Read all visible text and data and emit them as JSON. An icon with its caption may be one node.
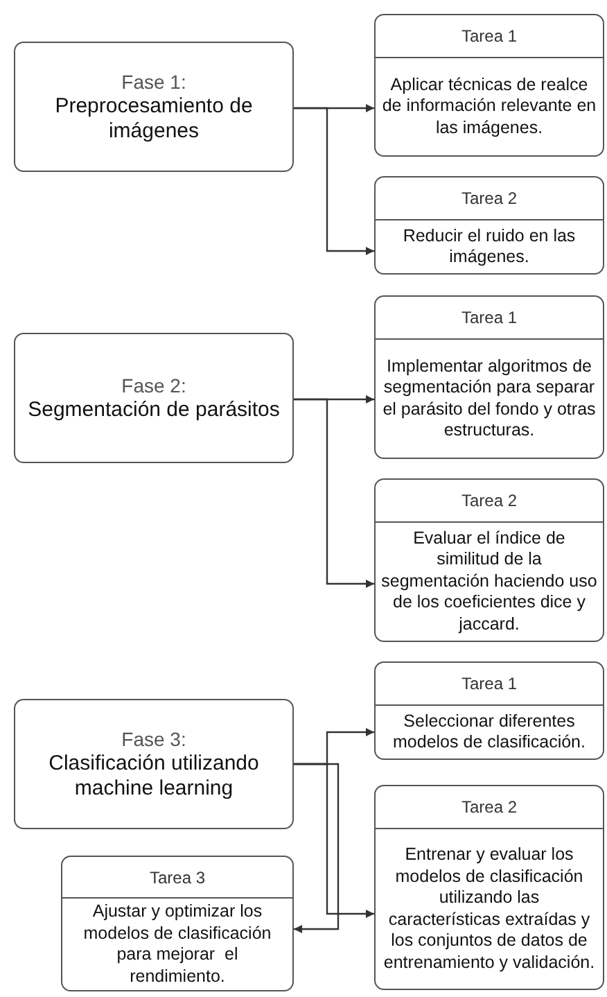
{
  "diagram": {
    "nodes": [
      {
        "text": [
          "Fase 1:",
          "Preprocesamiento de imágenes"
        ]
      },
      {
        "text": [
          "Tarea 1",
          "Aplicar técnicas de realce de información relevante en las imágenes."
        ]
      },
      {
        "text": [
          "Tarea 2",
          "Reducir el ruido en las imágenes."
        ]
      },
      {
        "text": [
          "Fase 2:",
          "Segmentación de parásitos"
        ]
      },
      {
        "text": [
          "Tarea 1",
          "Implementar algoritmos de segmentación para separar el parásito del fondo y otras estructuras."
        ]
      },
      {
        "text": [
          "Tarea 2",
          "Evaluar el índice de similitud de la segmentación haciendo uso de los coeficientes dice y jaccard."
        ]
      },
      {
        "text": [
          "Fase 3:",
          "Clasificación utilizando machine learning"
        ]
      },
      {
        "text": [
          "Tarea 1",
          "Seleccionar diferentes modelos de clasificación."
        ]
      },
      {
        "text": [
          "Tarea 2",
          "Entrenar y evaluar los modelos de clasificación utilizando las características extraídas y los conjuntos de datos de entrenamiento y validación."
        ]
      },
      {
        "text": [
          "Tarea 3",
          "Ajustar y optimizar los modelos de clasificación para mejorar  el rendimiento."
        ]
      }
    ],
    "edges": [
      {
        "from": 0,
        "to": 1,
        "arrow": "to"
      },
      {
        "from": 0,
        "to": 2,
        "arrow": "to"
      },
      {
        "from": 3,
        "to": 4,
        "arrow": "to"
      },
      {
        "from": 3,
        "to": 5,
        "arrow": "to"
      },
      {
        "from": 6,
        "to": 7,
        "arrow": "to"
      },
      {
        "from": 6,
        "to": 8,
        "arrow": "to"
      },
      {
        "from": 6,
        "to": 9,
        "arrow": "to"
      }
    ]
  }
}
